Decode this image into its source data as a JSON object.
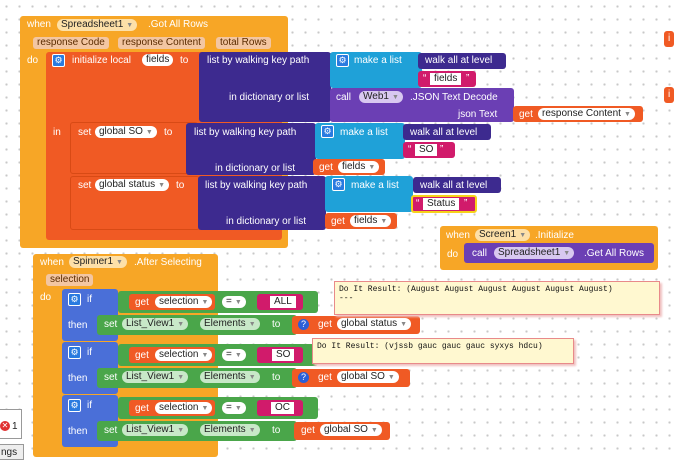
{
  "b1": {
    "when": "when",
    "component": "Spreadsheet1",
    "event": ".Got All Rows",
    "params": [
      "response Code",
      "response Content",
      "total Rows"
    ],
    "do": "do",
    "init_local": "initialize local",
    "var": "fields",
    "to": "to",
    "walk": "list by walking key path",
    "make_list": "make a list",
    "walk_all": "walk all at level",
    "str_fields": "fields",
    "in_dict": "in dictionary or list",
    "call": "call",
    "web": "Web1",
    ".json": ".JSON Text Decode",
    "json_text": "json Text",
    "get": "get",
    "resp": "response Content",
    "in": "in",
    "set": "set",
    "gso": "global SO",
    "str_so": "SO",
    "get_fields": "fields",
    "gstatus": "global status",
    "str_status": "Status"
  },
  "b2": {
    "when": "when",
    "component": "Screen1",
    "event": ".Initialize",
    "do": "do",
    "call": "call",
    "target": "Spreadsheet1",
    "method": ".Get All Rows"
  },
  "b3": {
    "when": "when",
    "component": "Spinner1",
    "event": ".After Selecting",
    "param": "selection",
    "do": "do",
    "if": "if",
    "then": "then",
    "get": "get",
    "sel": "selection",
    "eq": "=",
    "all": "ALL",
    "so": "SO",
    "oc": "OC",
    "set": "set",
    "lv": "List_View1",
    "elements": "Elements",
    "to": "to",
    "gstatus": "global status",
    "gso": "global SO"
  },
  "bubbles": {
    "one": "Do It Result: (August August August August August August)",
    "dashes": "---",
    "two": "Do It Result: (vjssb gauc gauc gauc syxys hdcu)"
  },
  "left_panel": {
    "count": "1",
    "label": "ngs"
  }
}
